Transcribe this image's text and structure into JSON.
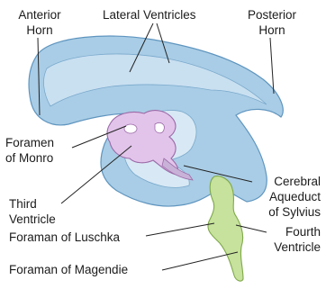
{
  "labels": {
    "anterior_horn_line1": "Anterior",
    "anterior_horn_line2": "Horn",
    "lateral_ventricles": "Lateral Ventricles",
    "posterior_horn_line1": "Posterior",
    "posterior_horn_line2": "Horn",
    "foramen_monro_line1": "Foramen",
    "foramen_monro_line2": "of Monro",
    "third_ventricle_line1": "Third",
    "third_ventricle_line2": "Ventricle",
    "cerebral_aqueduct_line1": "Cerebral",
    "cerebral_aqueduct_line2": "Aqueduct",
    "cerebral_aqueduct_line3": "of Sylvius",
    "foramen_luschka": "Foraman of Luschka",
    "fourth_ventricle_line1": "Fourth",
    "fourth_ventricle_line2": "Ventricle",
    "foramen_magendie": "Foraman of Magendie"
  },
  "colors": {
    "lateral_ventricle_fill": "#a9cde6",
    "lateral_ventricle_inner": "#c9e0f1",
    "lateral_ventricle_stroke": "#5f95bf",
    "third_ventricle_fill": "#e2c4ea",
    "third_ventricle_stroke": "#9b6aa8",
    "fourth_ventricle_fill": "#c6e29c",
    "fourth_ventricle_stroke": "#7fa84a",
    "leader_line": "#222222"
  }
}
